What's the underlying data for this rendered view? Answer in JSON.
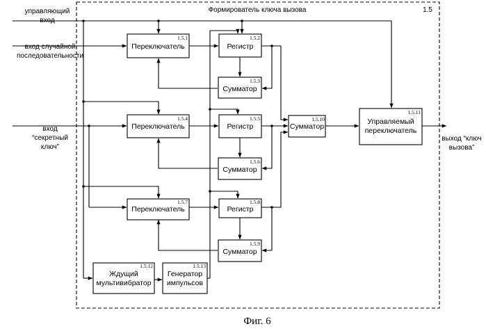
{
  "frame": {
    "title": "Формирователь ключа вызова",
    "number": "1.5"
  },
  "inputs": {
    "control": [
      "управляющий",
      "вход"
    ],
    "random": [
      "вход случайной",
      "последовательности"
    ],
    "secret": [
      "вход",
      "“секретный",
      "ключ”"
    ]
  },
  "output": [
    "выход “ключ",
    "вызова”"
  ],
  "blocks": {
    "switch1": {
      "label": "Переключатель",
      "num": "1.5.1"
    },
    "reg1": {
      "label": "Регистр",
      "num": "1.5.2"
    },
    "sum1": {
      "label": "Сумматор",
      "num": "1.5.3"
    },
    "switch2": {
      "label": "Переключатель",
      "num": "1.5.4"
    },
    "reg2": {
      "label": "Регистр",
      "num": "1.5.5"
    },
    "sum2": {
      "label": "Сумматор",
      "num": "1.5.6"
    },
    "switch3": {
      "label": "Переключатель",
      "num": "1.5.7"
    },
    "reg3": {
      "label": "Регистр",
      "num": "1.5.8"
    },
    "sum3": {
      "label": "Сумматор",
      "num": "1.5.9"
    },
    "sum_main": {
      "label": "Сумматор",
      "num": "1.5.10"
    },
    "ctrl_switch": {
      "label": [
        "Управляемый",
        "переключатель"
      ],
      "num": "1.5.11"
    },
    "monostable": {
      "label": [
        "Ждущий",
        "мультивибратор"
      ],
      "num": "1.5.12"
    },
    "pulse_gen": {
      "label": [
        "Генератор",
        "импульсов"
      ],
      "num": "1.5.13"
    }
  },
  "caption": "Фиг. 6"
}
